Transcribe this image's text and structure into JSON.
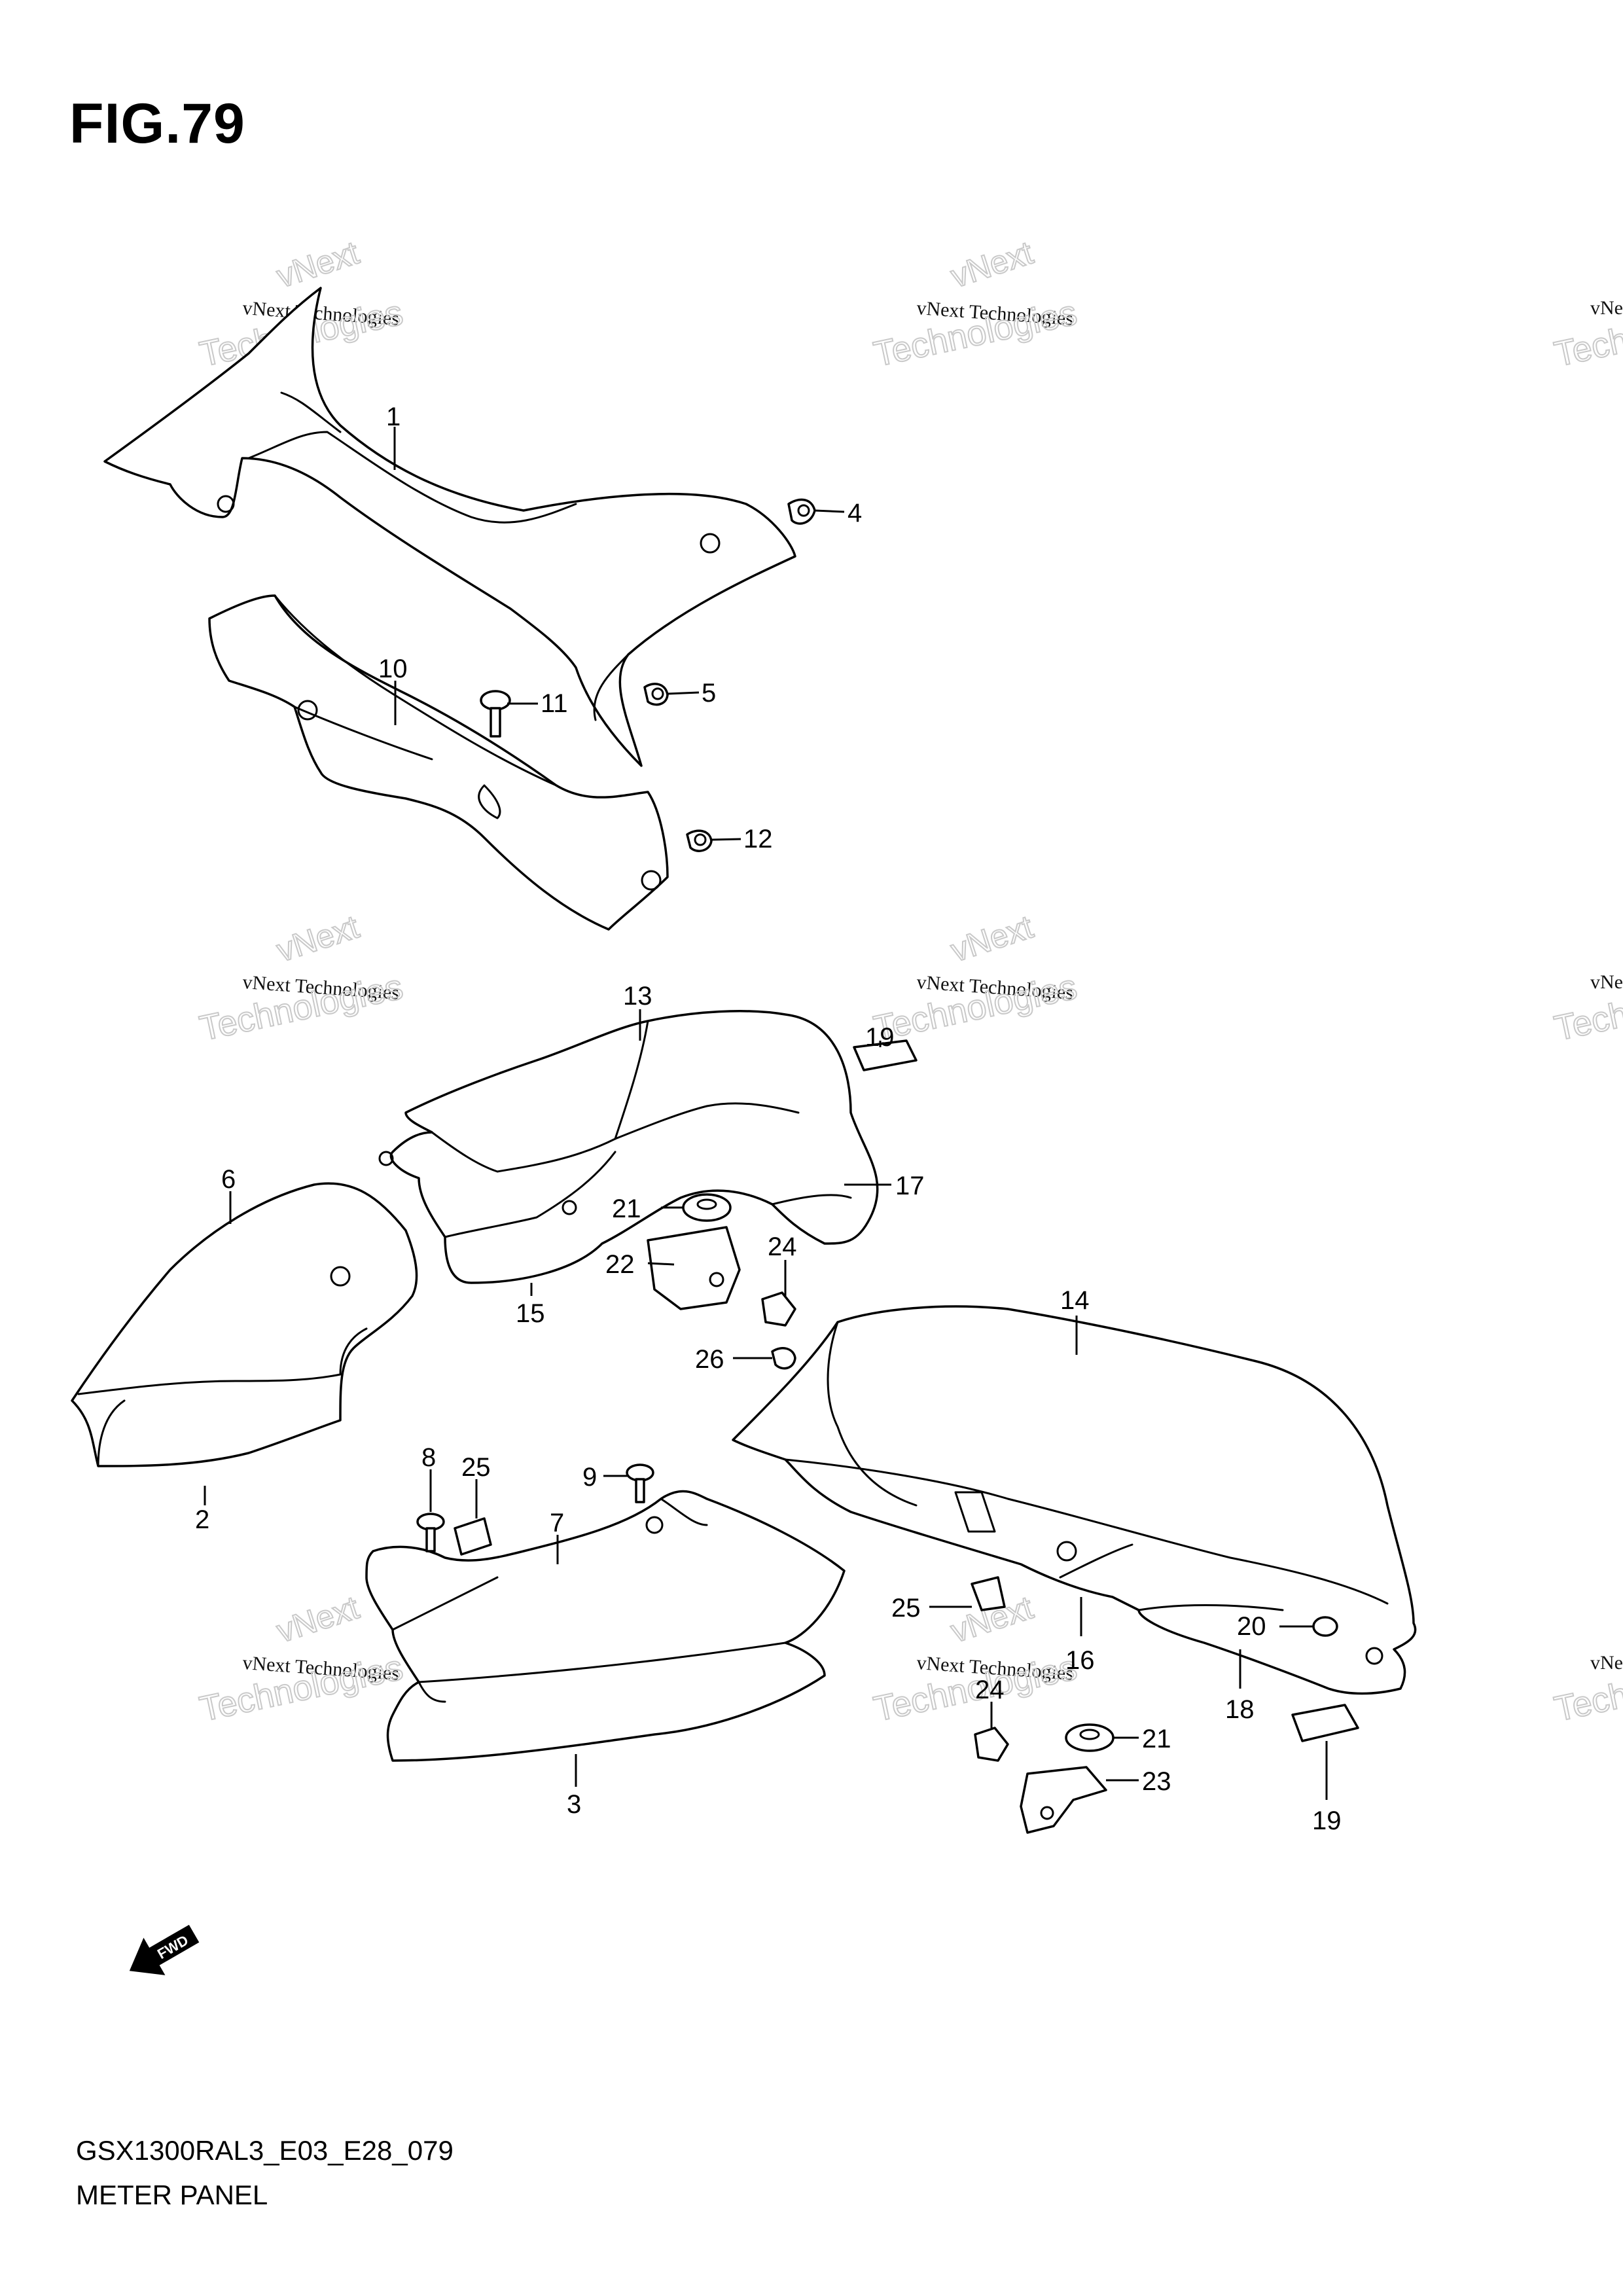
{
  "figure": {
    "title": "FIG.79",
    "code": "GSX1300RAL3_E03_E28_079",
    "name": "METER PANEL"
  },
  "watermark": {
    "line0": "vNext",
    "line1": "vNext Technologies",
    "line2": "Technologies"
  },
  "fwd_arrow_label": "FWD",
  "callouts": [
    "1",
    "2",
    "3",
    "4",
    "5",
    "6",
    "7",
    "8",
    "9",
    "10",
    "11",
    "12",
    "13",
    "14",
    "15",
    "16",
    "17",
    "18",
    "19",
    "19",
    "20",
    "21",
    "21",
    "22",
    "23",
    "24",
    "24",
    "25",
    "25",
    "26"
  ],
  "icons": {
    "fwd": "fwd-arrow-icon"
  }
}
